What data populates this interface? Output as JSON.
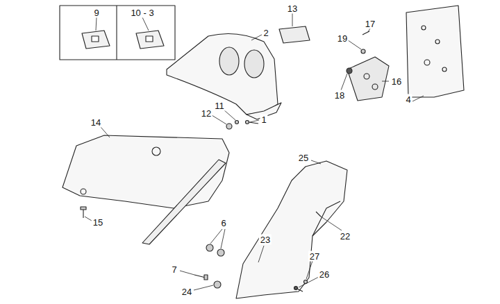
{
  "diagram": {
    "labels": [
      "9",
      "10 - 3",
      "13",
      "2",
      "17",
      "19",
      "16",
      "18",
      "4",
      "14",
      "12",
      "11",
      "1",
      "25",
      "22",
      "15",
      "6",
      "23",
      "27",
      "7",
      "24",
      "26"
    ]
  }
}
